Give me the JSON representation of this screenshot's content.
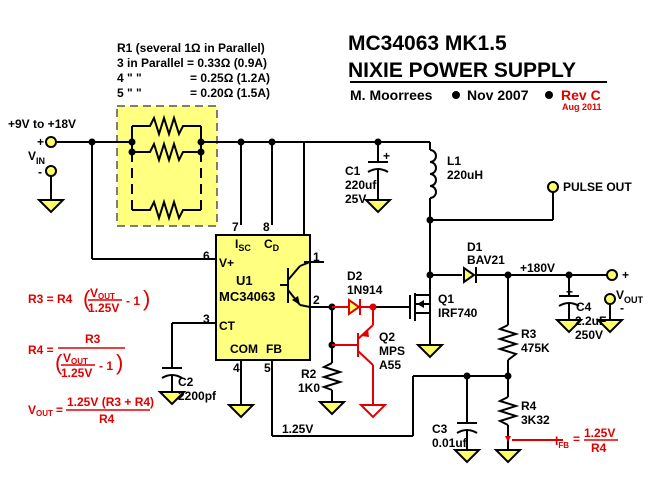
{
  "colors": {
    "wire": "#000000",
    "red": "#e00000",
    "yellow": "#ffff80",
    "terminal": "#ffff66"
  },
  "title": {
    "line1": "MC34063  MK1.5",
    "line2": "NIXIE  POWER  SUPPLY",
    "author": "M. Moorrees",
    "date": "Nov 2007",
    "rev": "Rev C",
    "rev_date": "Aug 2011"
  },
  "r1_note": {
    "line1": "R1 (several 1Ω in Parallel)",
    "line2": "3 in Parallel = 0.33Ω (0.9A)",
    "line3a": "4  \"       \"",
    "line3b": "= 0.25Ω (1.2A)",
    "line4a": "5  \"       \"",
    "line4b": "= 0.20Ω (1.5A)"
  },
  "input": {
    "range": "+9V to +18V",
    "label": "V",
    "sub": "IN",
    "plus": "+",
    "minus": "-"
  },
  "u1": {
    "ref": "U1",
    "part": "MC34063",
    "pins": {
      "p1": "1",
      "p2": "2",
      "p3": "3",
      "p4": "4",
      "p5": "5",
      "p6": "6",
      "p7": "7",
      "p8": "8"
    },
    "labels": {
      "isc": "I",
      "isc_sub": "SC",
      "cd": "C",
      "cd_sub": "D",
      "vplus": "V+",
      "ct": "CT",
      "com": "COM",
      "fb": "FB"
    }
  },
  "components": {
    "c1": {
      "ref": "C1",
      "value": "220uf",
      "rating": "25V"
    },
    "l1": {
      "ref": "L1",
      "value": "220uH"
    },
    "c2": {
      "ref": "C2",
      "value": "2200pf"
    },
    "c3": {
      "ref": "C3",
      "value": "0.01uf"
    },
    "c4": {
      "ref": "C4",
      "value": "2.2uF",
      "rating": "250V"
    },
    "d1": {
      "ref": "D1",
      "value": "BAV21"
    },
    "d2": {
      "ref": "D2",
      "value": "1N914"
    },
    "q1": {
      "ref": "Q1",
      "value": "IRF740"
    },
    "q2": {
      "ref": "Q2",
      "value": "MPS",
      "value2": "A55"
    },
    "r2": {
      "ref": "R2",
      "value": "1K0"
    },
    "r3": {
      "ref": "R3",
      "value": "475K"
    },
    "r4": {
      "ref": "R4",
      "value": "3K32"
    }
  },
  "nets": {
    "pulse_out": "PULSE OUT",
    "hv": "+180V",
    "fb": "1.25V"
  },
  "output": {
    "label": "V",
    "sub": "OUT",
    "plus": "+",
    "minus": "-"
  },
  "formulas": {
    "r3_lhs": "R3 = R4",
    "r3_num": "V",
    "r3_num_sub": "OUT",
    "r3_den": "1.25V",
    "r3_tail": "- 1",
    "r4_lhs": "R4 =",
    "r4_num": "R3",
    "r4_inner_num": "V",
    "r4_inner_sub": "OUT",
    "r4_inner_den": "1.25V",
    "r4_tail": "- 1",
    "vout_lhs": "V",
    "vout_sub": "OUT",
    "vout_eq": "=",
    "vout_num": "1.25V (R3 + R4)",
    "vout_den": "R4",
    "ifb_lhs": "I",
    "ifb_sub": "FB",
    "ifb_eq": "=",
    "ifb_num": "1.25V",
    "ifb_den": "R4"
  }
}
